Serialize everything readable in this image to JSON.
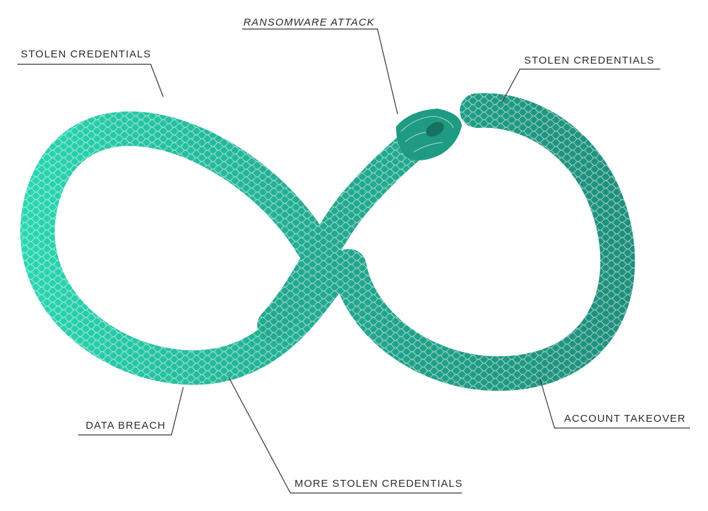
{
  "labels": {
    "stolen_credentials_left": "STOLEN CREDENTIALS",
    "ransomware_attack": "RANSOMWARE ATTACK",
    "stolen_credentials_right": "STOLEN CREDENTIALS",
    "data_breach": "DATA BREACH",
    "more_stolen_credentials": "MORE STOLEN CREDENTIALS",
    "account_takeover": "ACCOUNT TAKEOVER"
  },
  "colors": {
    "left_loop": "#2ad6b0",
    "center": "#22a98f",
    "right_loop": "#1f8f7b",
    "scale_line": "#ffffff",
    "eye": "#15725f",
    "text": "#2b2b2b"
  },
  "icons": {
    "snake": "ouroboros-infinity-snake-icon"
  }
}
